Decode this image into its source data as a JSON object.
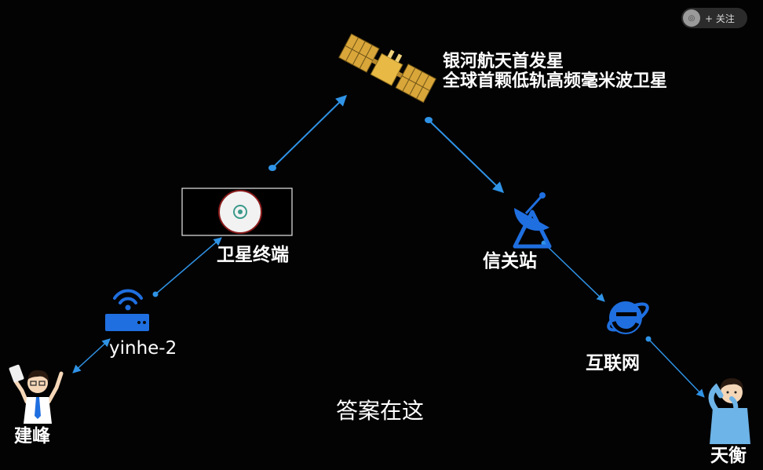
{
  "follow_button": {
    "label": "+ 关注"
  },
  "nodes": {
    "satellite": {
      "line1": "银河航天首发星",
      "line2": "全球首颗低轨高频毫米波卫星"
    },
    "terminal": {
      "label": "卫星终端"
    },
    "router": {
      "label": "yinhe-2"
    },
    "user_left": {
      "label": "建峰"
    },
    "gateway": {
      "label": "信关站"
    },
    "internet": {
      "label": "互联网"
    },
    "user_right": {
      "label": "天衡"
    }
  },
  "caption": "答案在这",
  "colors": {
    "link": "#2f93e6",
    "icon_blue": "#1f6fe0",
    "accent_yellow": "#e0b23a",
    "background": "#030303"
  }
}
